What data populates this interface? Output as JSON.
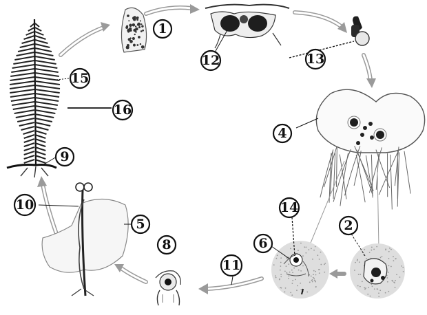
{
  "diagram": {
    "labels": [
      "1",
      "2",
      "4",
      "5",
      "6",
      "8",
      "9",
      "10",
      "11",
      "12",
      "13",
      "14",
      "15",
      "16"
    ]
  },
  "colors": {
    "ink": "#111111",
    "arrow_gray": "#9a9a9a",
    "stipple": "#d8d8d8",
    "dark_organ": "#1e1e1e"
  }
}
